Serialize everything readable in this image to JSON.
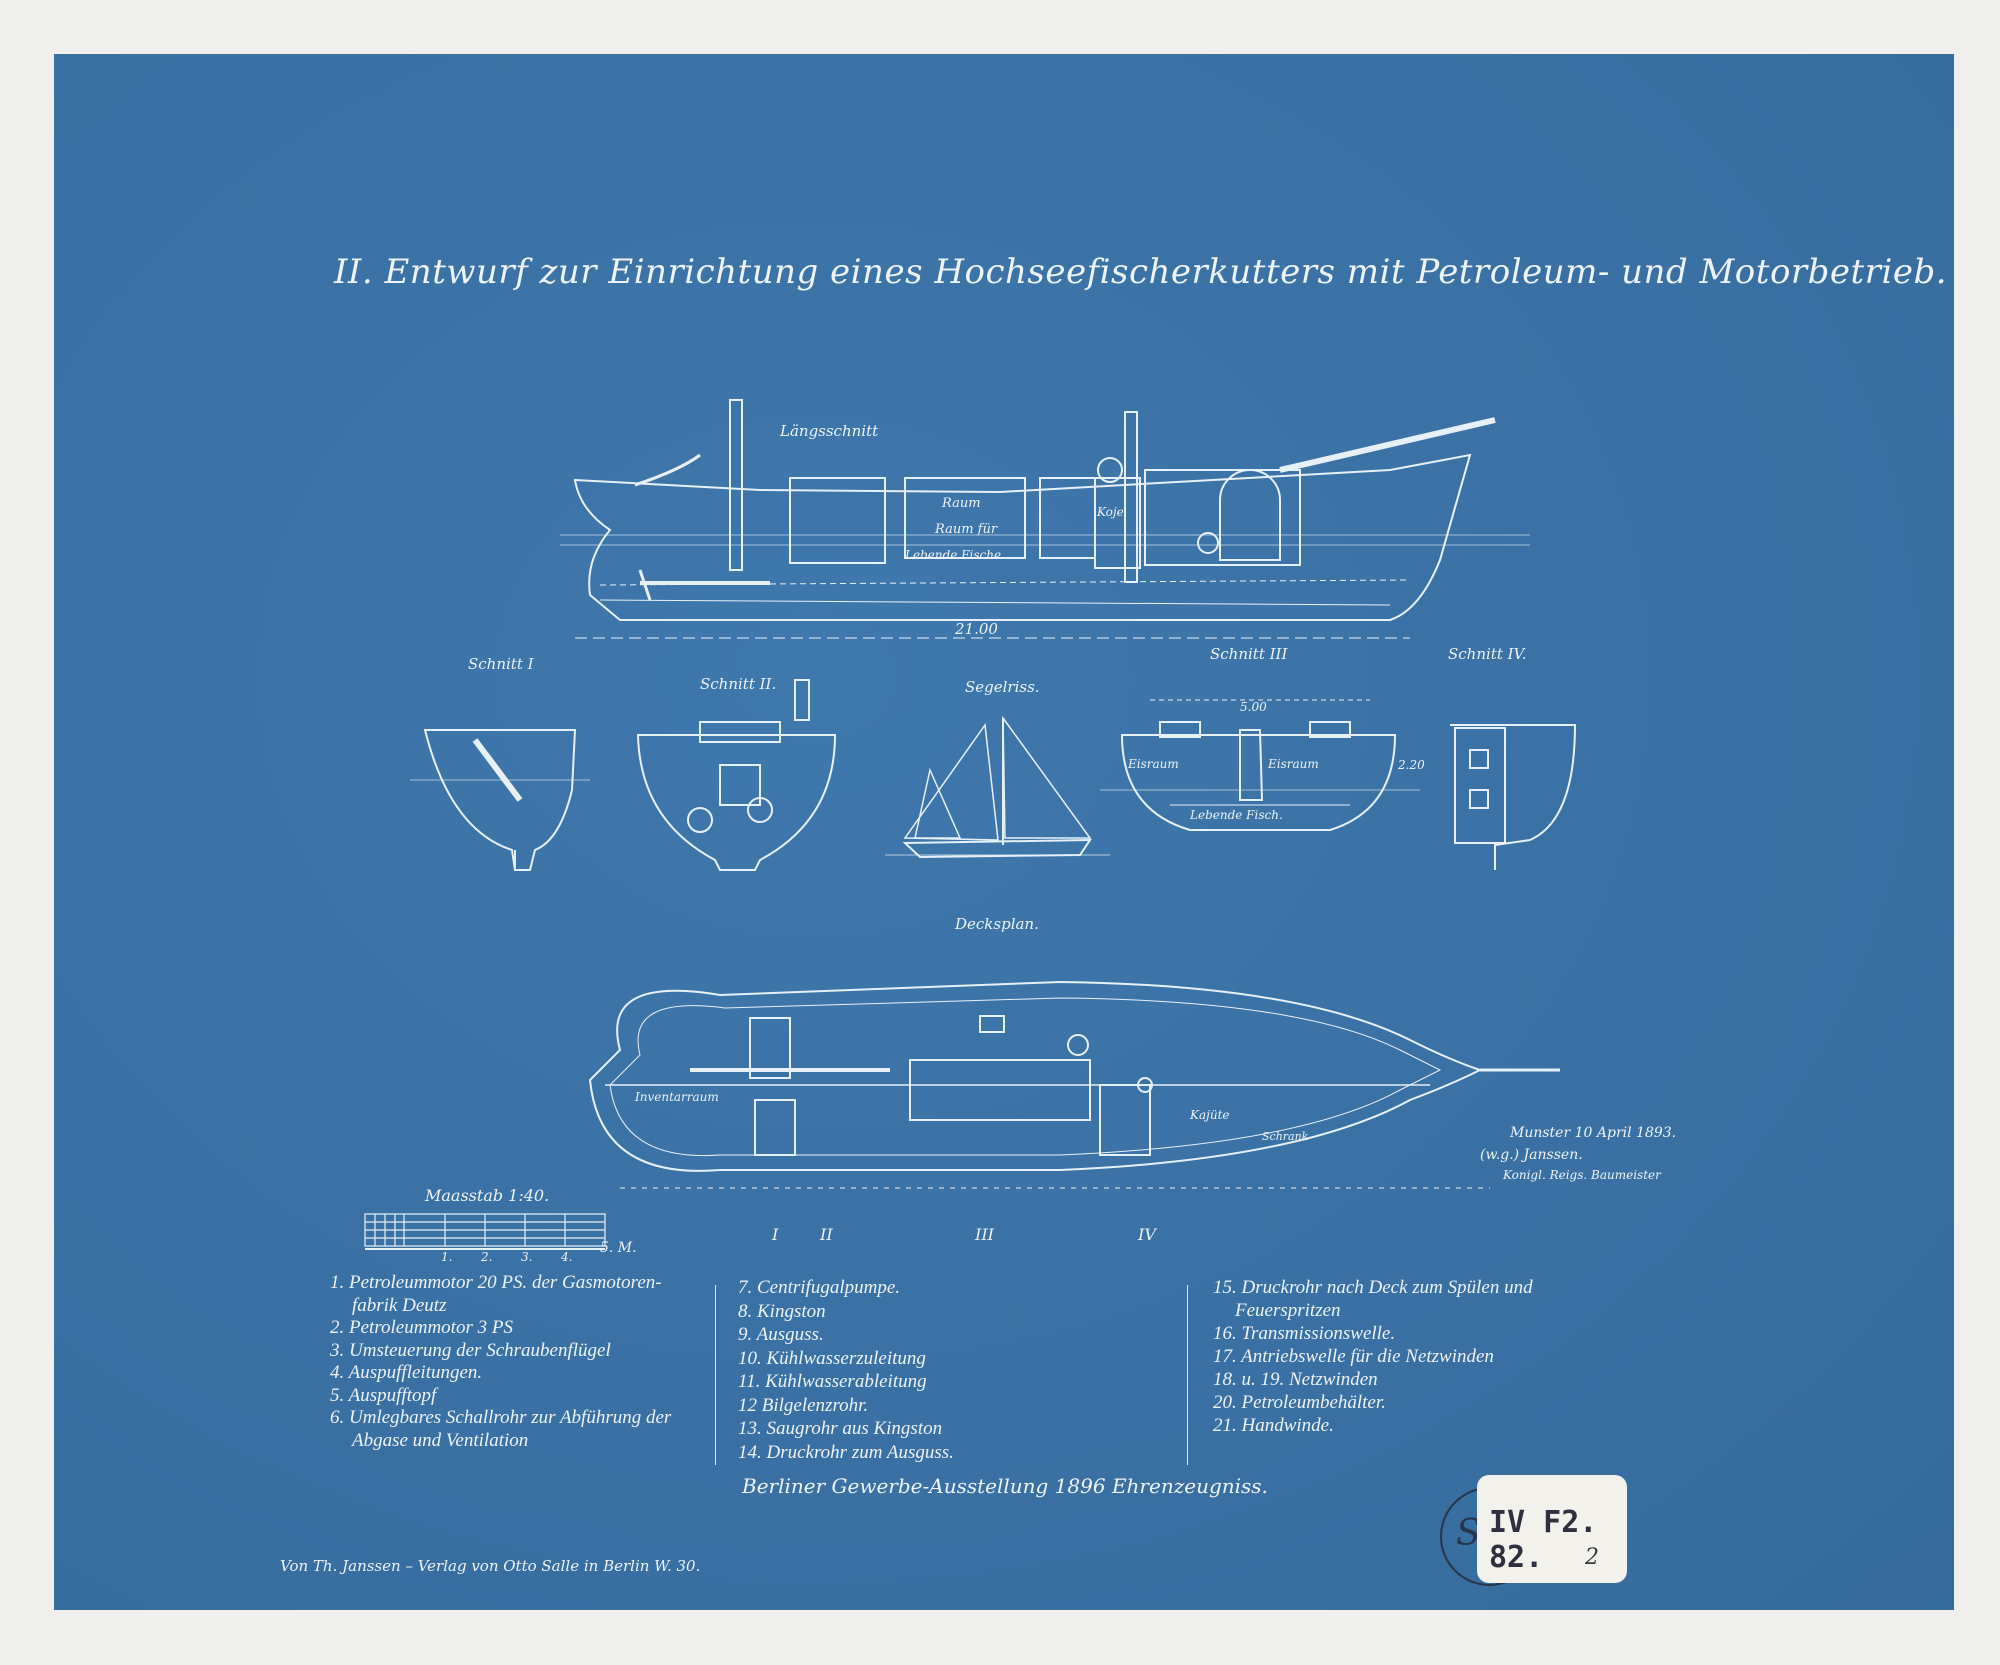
{
  "title": "II. Entwurf zur Einrichtung eines Hochseefischerkutters mit Petroleum- und Motorbetrieb.",
  "views": {
    "longitudinal": "Längsschnitt",
    "length_dimension": "21.00",
    "section1": "Schnitt I",
    "section2": "Schnitt II.",
    "sail_plan": "Segelriss.",
    "section3": "Schnitt III",
    "section4": "Schnitt IV.",
    "deck_plan": "Decksplan.",
    "section3_width": "5.00",
    "section3_height": "2.20"
  },
  "room_labels": {
    "raum1": "Raum",
    "raum2": "Raum für",
    "raum3": "Lebende Fische",
    "koje": "Koje",
    "eisraum": "Eisraum",
    "lebende_fische": "Lebende Fisch.",
    "kajuete": "Kajüte",
    "inventarraum": "Inventarraum",
    "schrank": "Schrank"
  },
  "section_marks": [
    "I",
    "II",
    "III",
    "IV"
  ],
  "scale": {
    "label": "Maasstab 1:40.",
    "ticks": [
      "1.",
      "2.",
      "3.",
      "4.",
      "5. M."
    ]
  },
  "signature": {
    "place_date": "Munster 10 April 1893.",
    "name": "(w.g.) Janssen.",
    "role": "Konigl. Reigs. Baumeister"
  },
  "legend": {
    "col1": [
      "1. Petroleummotor 20 PS. der Gasmotoren-",
      "fabrik Deutz",
      "2. Petroleummotor 3 PS",
      "3. Umsteuerung der Schraubenflügel",
      "4. Auspuffleitungen.",
      "5. Auspufftopf",
      "6. Umlegbares Schallrohr zur Abführung der",
      "Abgase und Ventilation"
    ],
    "col2": [
      "7. Centrifugalpumpe.",
      "8. Kingston",
      "9. Ausguss.",
      "10. Kühlwasserzuleitung",
      "11. Kühlwasserableitung",
      "12 Bilgelenzrohr.",
      "13. Saugrohr aus Kingston",
      "14. Druckrohr zum Ausguss."
    ],
    "col3": [
      "15. Druckrohr nach Deck zum Spülen und",
      "Feuerspritzen",
      "16. Transmissionswelle.",
      "17. Antriebswelle für die Netzwinden",
      "18. u. 19. Netzwinden",
      "20. Petroleumbehälter.",
      "21. Handwinde."
    ]
  },
  "award": "Berliner Gewerbe-Ausstellung 1896 Ehrenzeugniss.",
  "publisher": "Von Th. Janssen – Verlag von Otto Salle in Berlin W. 30.",
  "archive_label": {
    "main": "IV F2. 82.",
    "sub": "2",
    "stamp": "S"
  },
  "colors": {
    "paper": "#3b72a6",
    "ink": "#eef3f7",
    "border": "#efefee"
  }
}
